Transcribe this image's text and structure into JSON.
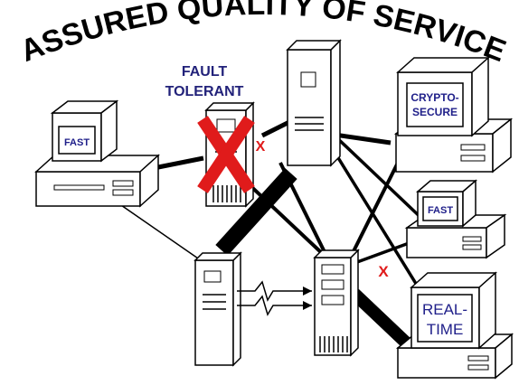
{
  "title": "ASSURED QUALITY OF SERVICE",
  "fault_tolerant": {
    "line1": "FAULT",
    "line2": "TOLERANT"
  },
  "screens": {
    "left": "FAST",
    "top_right_line1": "CRYPTO-",
    "top_right_line2": "SECURE",
    "mid_right": "FAST",
    "bottom_right_line1": "REAL-",
    "bottom_right_line2": "TIME"
  },
  "marks": {
    "small_x_1": "X",
    "small_x_2": "X"
  },
  "colors": {
    "ink": "#000000",
    "label_blue": "#22227a",
    "failure_red": "#e01b1b",
    "screen_blue": "#20208a"
  }
}
